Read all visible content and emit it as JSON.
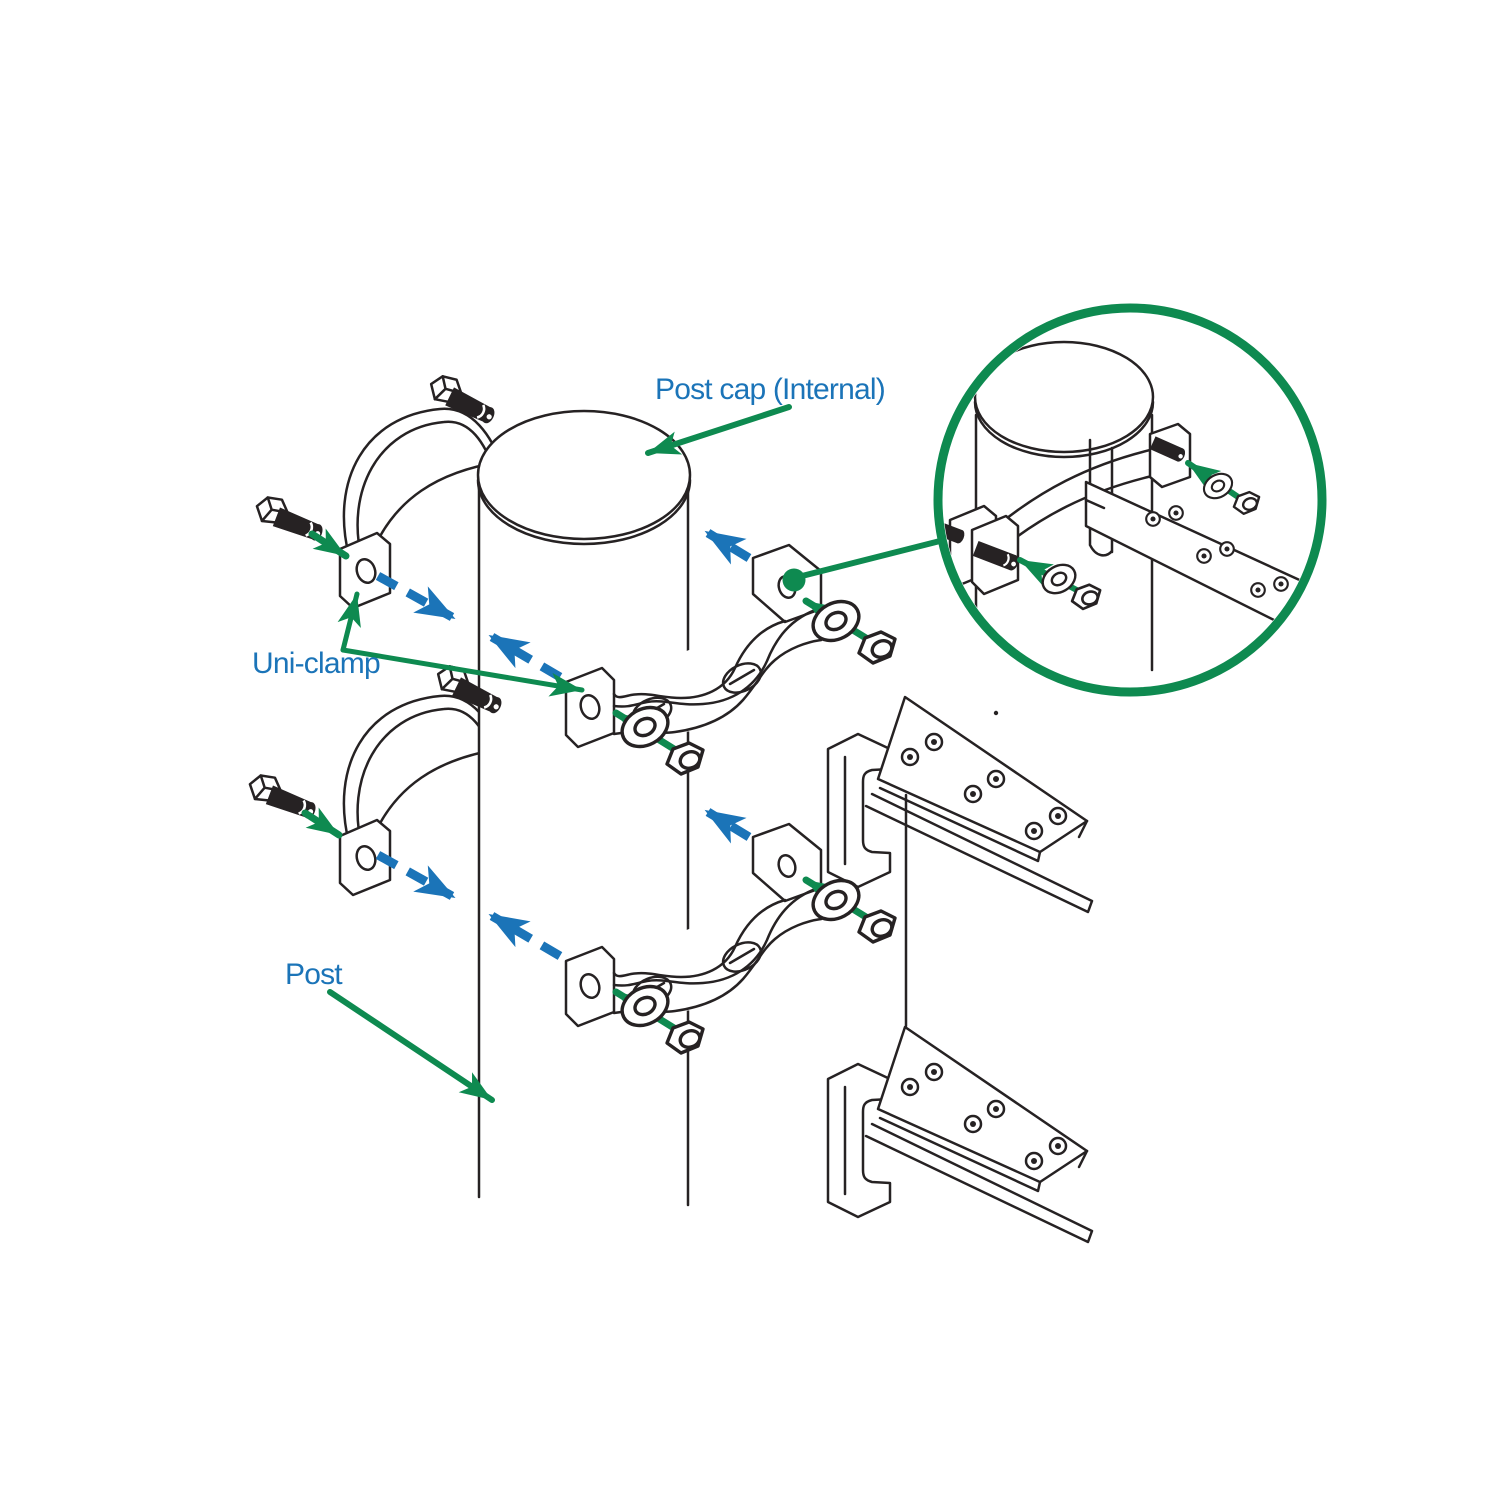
{
  "diagram": {
    "type": "assembly-instruction-diagram",
    "labels": {
      "post_cap": "Post cap (Internal)",
      "uni_clamp": "Uni-clamp",
      "post": "Post"
    },
    "colors": {
      "outline": "#262223",
      "accent_green": "#0e8a50",
      "accent_blue": "#1b74b8",
      "background": "#ffffff"
    }
  }
}
